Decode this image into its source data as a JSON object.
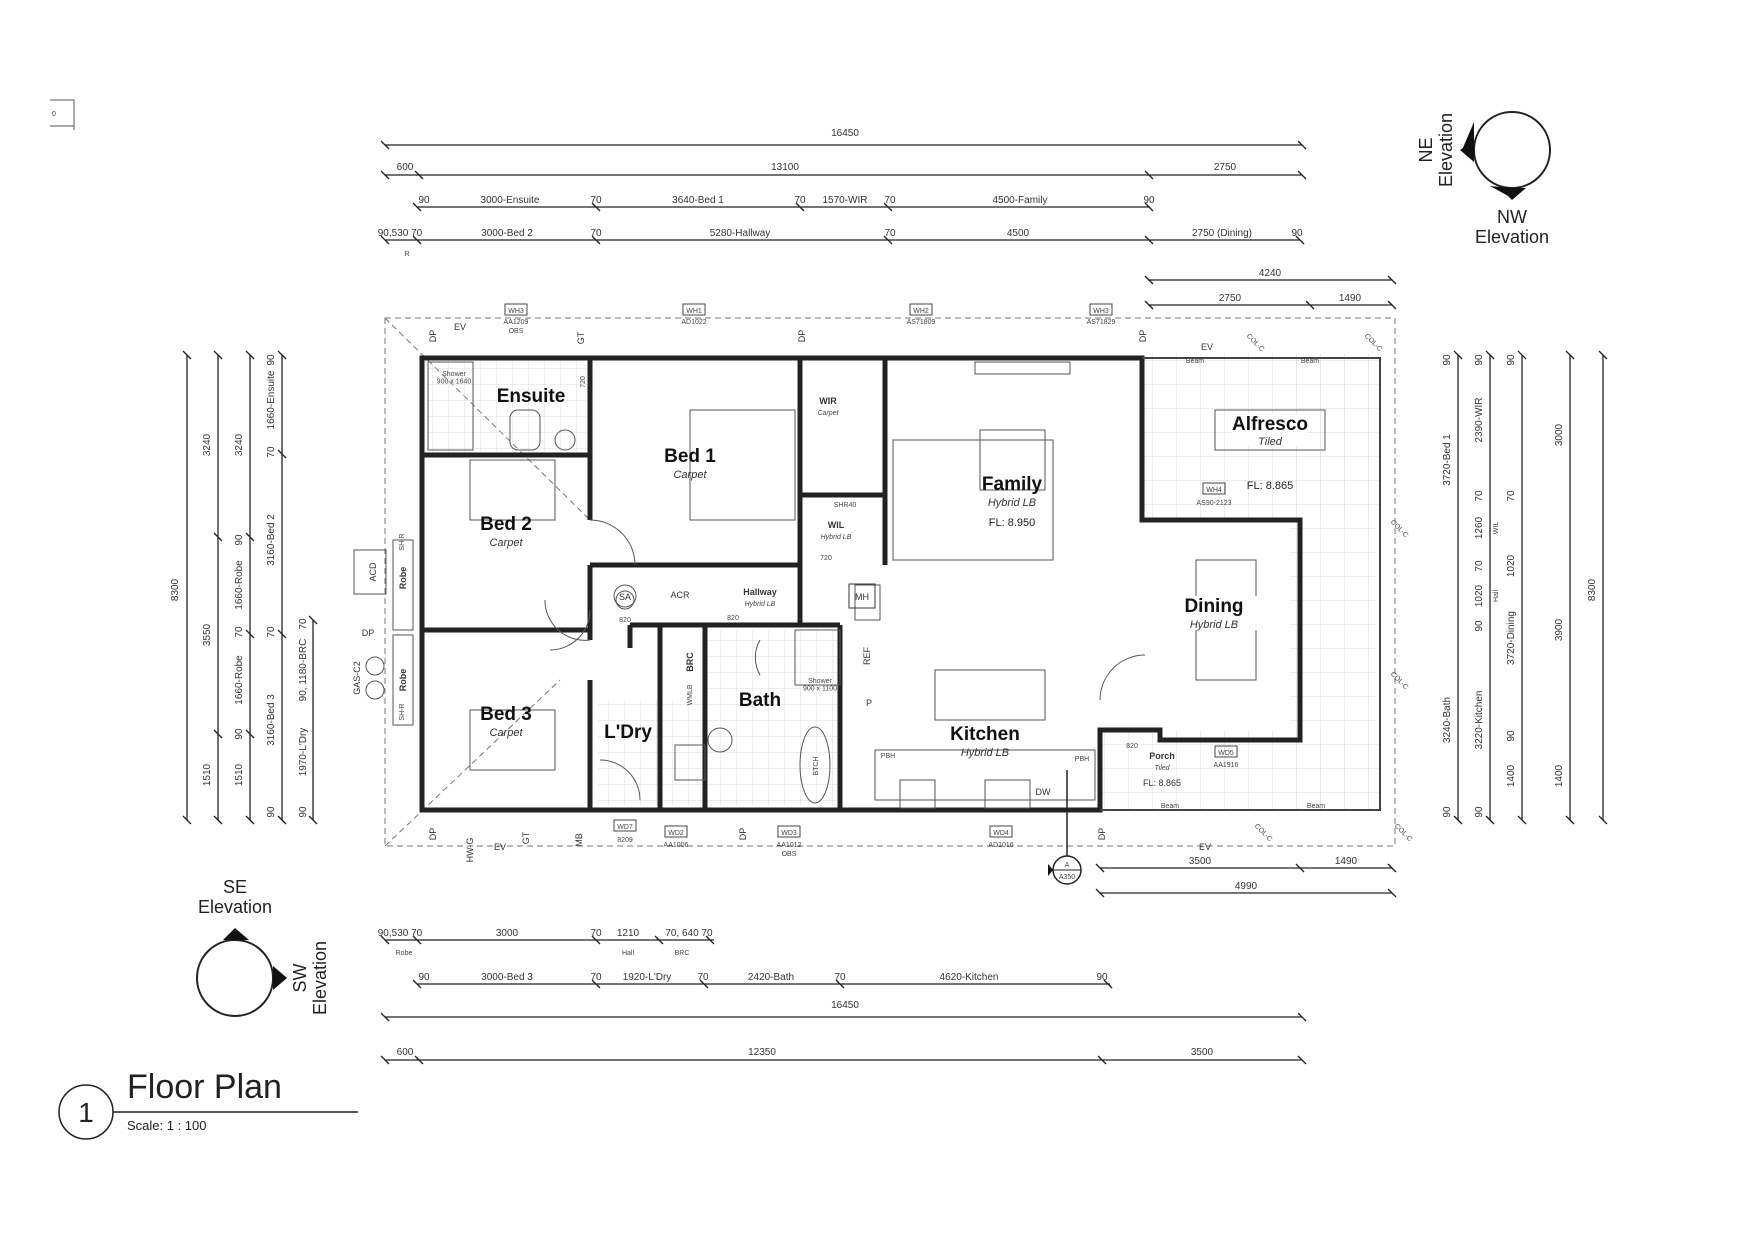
{
  "corner_mark": "0",
  "title_block": {
    "number": "1",
    "title": "Floor Plan",
    "scale": "Scale:   1 : 100"
  },
  "elevations": {
    "ne": "NE\nElevation",
    "nw": "NW\nElevation",
    "se": "SE\nElevation",
    "sw": "SW\nElevation"
  },
  "rooms": [
    {
      "id": "ensuite",
      "name": "Ensuite",
      "finish": "",
      "fl": ""
    },
    {
      "id": "bed1",
      "name": "Bed 1",
      "finish": "Carpet",
      "fl": ""
    },
    {
      "id": "wir",
      "name": "WIR",
      "finish": "Carpet",
      "fl": ""
    },
    {
      "id": "wil",
      "name": "WIL",
      "finish": "Hybrid LB",
      "fl": ""
    },
    {
      "id": "family",
      "name": "Family",
      "finish": "Hybrid LB",
      "fl": "FL: 8.950"
    },
    {
      "id": "alfresco",
      "name": "Alfresco",
      "finish": "Tiled",
      "fl": "FL: 8.865"
    },
    {
      "id": "bed2",
      "name": "Bed 2",
      "finish": "Carpet",
      "fl": ""
    },
    {
      "id": "hallway",
      "name": "Hallway",
      "finish": "Hybrid LB",
      "fl": ""
    },
    {
      "id": "dining",
      "name": "Dining",
      "finish": "Hybrid LB",
      "fl": ""
    },
    {
      "id": "bed3",
      "name": "Bed 3",
      "finish": "Carpet",
      "fl": ""
    },
    {
      "id": "ldry",
      "name": "L'Dry",
      "finish": "",
      "fl": ""
    },
    {
      "id": "bath",
      "name": "Bath",
      "finish": "",
      "fl": ""
    },
    {
      "id": "kitchen",
      "name": "Kitchen",
      "finish": "Hybrid LB",
      "fl": ""
    },
    {
      "id": "porch",
      "name": "Porch",
      "finish": "Tiled",
      "fl": "FL: 8.865"
    }
  ],
  "fixture_labels": {
    "robe_upper": "Robe",
    "robe_lower": "Robe",
    "brc": "BRC",
    "acr": "ACR",
    "sa": "SA",
    "mh": "MH",
    "dw": "DW",
    "ref": "REF",
    "p": "P",
    "dp": "DP",
    "ev": "EV",
    "gt": "GT",
    "mb": "MB",
    "hwg": "HW-G",
    "gas": "GAS-C2",
    "acd": "ACD",
    "shower_ensuite": "Shower\n900 x 1640",
    "shower_bath": "Shower\n900 x 1100",
    "col": "COL-C",
    "beam": "Beam",
    "sh_r": "SH-R",
    "wmlb": "WMLB",
    "btch": "BTCH",
    "pbh": "PBH",
    "sh40": "SHR40",
    "sh4": "SH+R",
    "door_820": "820",
    "door_720": "720"
  },
  "window_tags": [
    {
      "tag": "WH3",
      "code": "AA1209",
      "sub": "OBS"
    },
    {
      "tag": "WH1",
      "code": "AD1022",
      "sub": ""
    },
    {
      "tag": "WH2",
      "code": "AS71809",
      "sub": ""
    },
    {
      "tag": "WH3",
      "code": "AS71829",
      "sub": ""
    },
    {
      "tag": "WH4",
      "code": "AS90-2123",
      "sub": ""
    },
    {
      "tag": "WD5",
      "code": "AA1916",
      "sub": ""
    },
    {
      "tag": "WD4",
      "code": "AD1016",
      "sub": ""
    },
    {
      "tag": "WD3",
      "code": "AA1012",
      "sub": "OBS"
    },
    {
      "tag": "WD2",
      "code": "AA1006",
      "sub": ""
    },
    {
      "tag": "WD7",
      "code": "8209",
      "sub": ""
    }
  ],
  "dims_top": {
    "row1": [
      "16450"
    ],
    "row2": [
      "600",
      "13100",
      "2750"
    ],
    "row3": [
      "90",
      "3000-Ensuite",
      "70",
      "3640-Bed 1",
      "70",
      "1570-WIR",
      "70",
      "4500-Family",
      "90"
    ],
    "row4": [
      "90,530 70",
      "R",
      "3000-Bed 2",
      "70",
      "5280-Hallway",
      "70",
      "4500",
      "2750 (Dining)",
      "90"
    ]
  },
  "dims_alfresco": {
    "total": "4240",
    "a": "2750",
    "b": "1490"
  },
  "dims_porch": {
    "a": "3500",
    "b": "1490",
    "total": "4990"
  },
  "dims_bottom": {
    "row1": [
      "90,530 70",
      "Robe",
      "3000",
      "70",
      "1210",
      "Hall",
      "70, 640",
      "BRC",
      "70"
    ],
    "row2": [
      "90",
      "3000-Bed 3",
      "70",
      "1920-L'Dry",
      "70",
      "2420-Bath",
      "70",
      "4620-Kitchen",
      "90"
    ],
    "row3": [
      "16450"
    ],
    "row4": [
      "600",
      "12350",
      "3500"
    ]
  },
  "dims_left": {
    "total": "8300",
    "c2": [
      "3240",
      "3550",
      "1510"
    ],
    "c3": [
      "3240",
      "90",
      "1660-Robe",
      "70",
      "1660-Robe",
      "90",
      "1510"
    ],
    "c4": [
      "90",
      "1660-Ensuite",
      "70",
      "3160-Bed 2",
      "70",
      "3160-Bed 3",
      "90"
    ],
    "c5": [
      "70",
      "90, 1180-BRC",
      "1970-L'Dry",
      "90"
    ]
  },
  "dims_right": {
    "c1": [
      "90",
      "3720-Bed 1",
      "3240-Bath",
      "90"
    ],
    "c2": [
      "90",
      "2390-WIR",
      "70",
      "1260",
      "WIL",
      "70",
      "1020",
      "Hall",
      "90",
      "3720-Dining",
      "3220-Kitchen",
      "90"
    ],
    "c3": [
      "90",
      "70",
      "1020",
      "90",
      "1400"
    ],
    "c4": [
      "3000",
      "3900",
      "1400"
    ],
    "total": "8300"
  },
  "section_marker": {
    "letter": "A",
    "sheet": "A350"
  }
}
